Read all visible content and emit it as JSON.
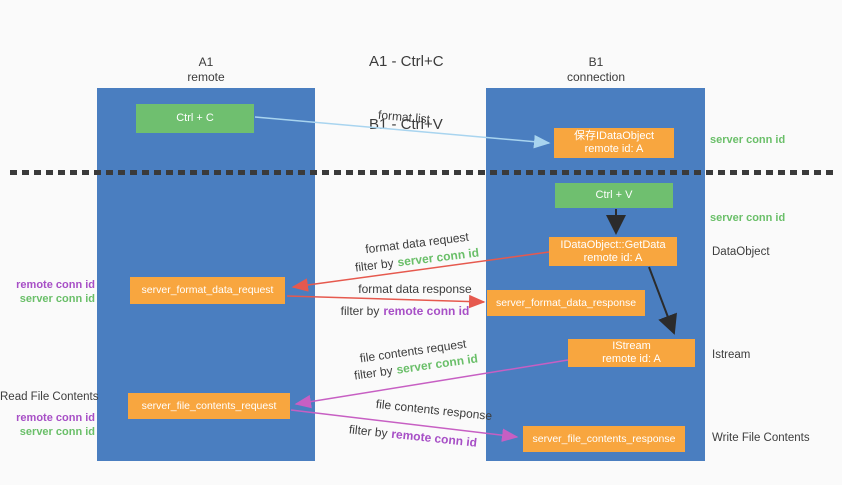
{
  "title": {
    "line1": "A1 - Ctrl+C",
    "line2": "B1 - Ctrl+V"
  },
  "columns": {
    "left": {
      "name": "A1",
      "sub": "remote"
    },
    "right": {
      "name": "B1",
      "sub": "connection"
    }
  },
  "boxes": {
    "ctrl_c": "Ctrl + C",
    "ctrl_v": "Ctrl + V",
    "save_idataobject": {
      "line1": "保存IDataObject",
      "line2": "remote id: A"
    },
    "getdata": {
      "line1": "IDataObject::GetData",
      "line2": "remote id: A"
    },
    "istream": {
      "line1": "IStream",
      "line2": "remote id: A"
    },
    "format_request": "server_format_data_request",
    "format_response": "server_format_data_response",
    "file_request": "server_file_contents_request",
    "file_response": "server_file_contents_response"
  },
  "arrow_labels": {
    "format_list": "format list",
    "format_data_request": "format data request",
    "format_data_response": "format data response",
    "file_contents_request": "file contents request",
    "file_contents_response": "file contents response",
    "filter_by": "filter by",
    "server_conn_id": "server conn id",
    "remote_conn_id": "remote conn id"
  },
  "side_labels": {
    "server_conn_id": "server conn id",
    "remote_conn_id": "remote conn id",
    "dataobject": "DataObject",
    "istream": "Istream",
    "read_file_contents": "Read File Contents",
    "write_file_contents": "Write File Contents"
  },
  "colors": {
    "column_blue": "#4a7ec0",
    "box_green": "#6fbf6f",
    "box_orange": "#f8a63f",
    "arrow_light_blue": "#a8d4ef",
    "arrow_red": "#e6594e",
    "arrow_magenta": "#c75fc3",
    "arrow_black": "#2b2b2b",
    "text_green": "#6abf69",
    "text_purple": "#a74fc6",
    "text_dark": "#3d3d3d",
    "background": "#fafafa"
  }
}
